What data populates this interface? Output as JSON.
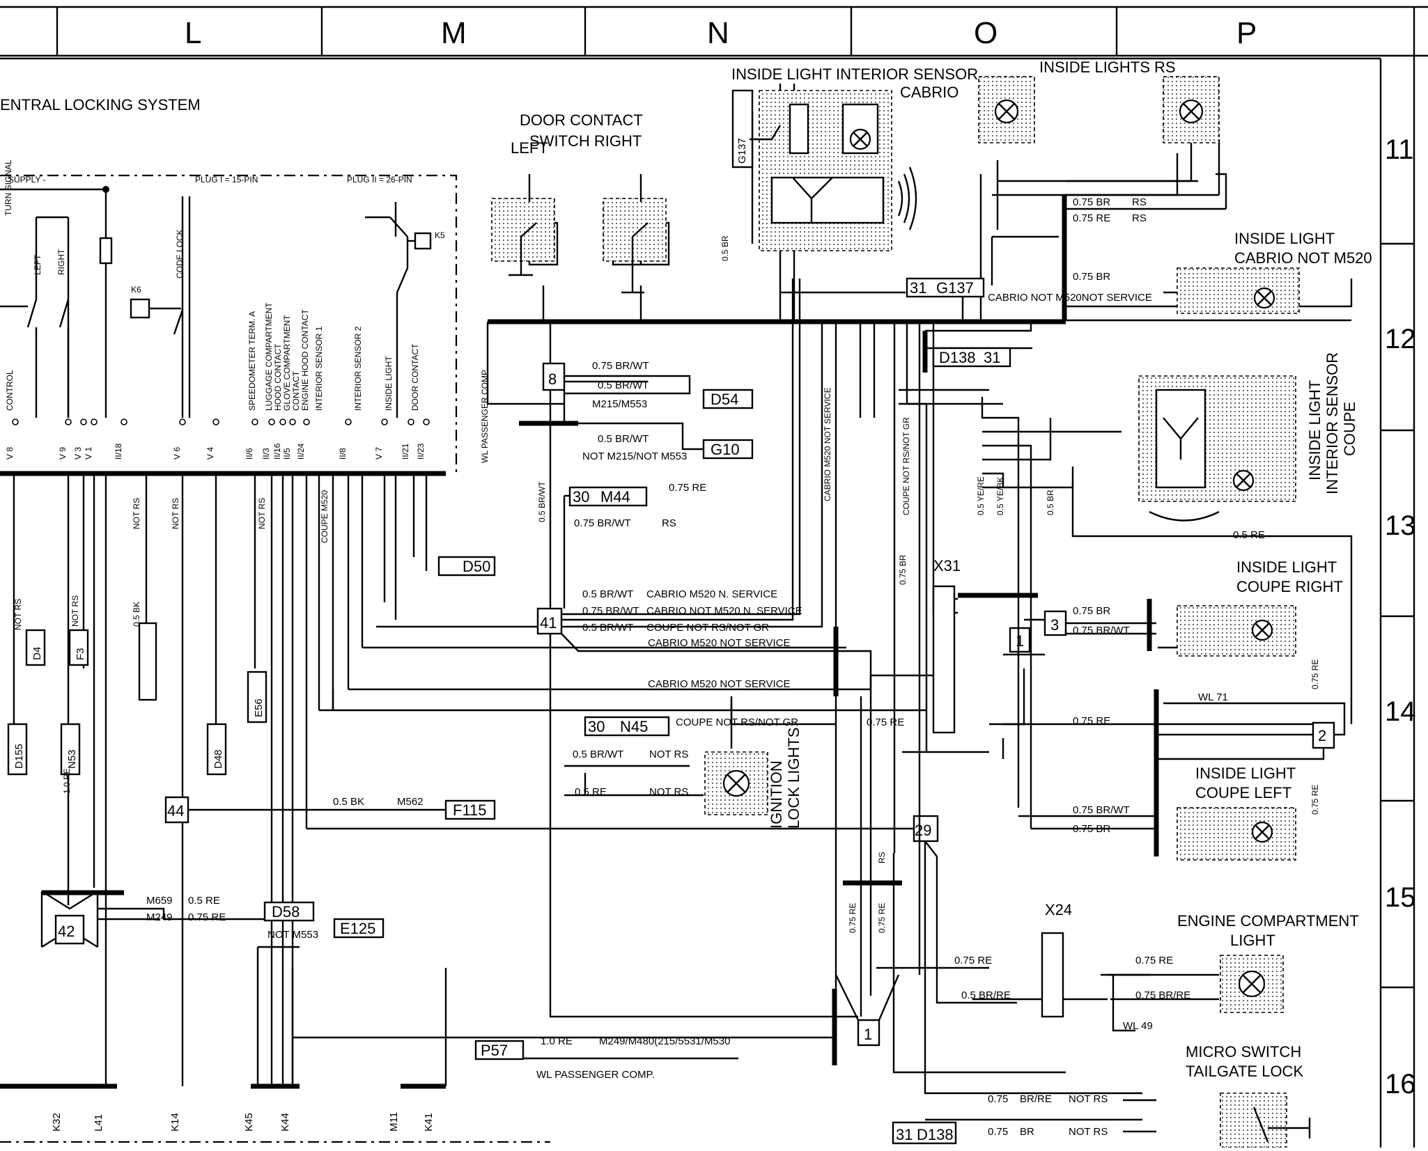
{
  "columns": [
    "L",
    "M",
    "N",
    "O",
    "P"
  ],
  "rows": [
    "11",
    "12",
    "13",
    "14",
    "15",
    "16"
  ],
  "left_title": "ENTRAL LOCKING SYSTEM",
  "plugs": {
    "supply": "SUPPLY -",
    "plug1": "PLUG I = 15-PIN",
    "plug2": "PLUG II = 26-PIN"
  },
  "components": {
    "inside_light_interior_sensor": "INSIDE LIGHT INTERIOR SENSOR",
    "cabrio": "CABRIO",
    "inside_lights_rs": "INSIDE LIGHTS RS",
    "door_contact_line1": "DOOR CONTACT",
    "door_contact_left": "LEFT",
    "door_contact_line2": "SWITCH RIGHT",
    "inside_light_cabrio_line1": "INSIDE LIGHT",
    "inside_light_cabrio_line2": "CABRIO NOT M520",
    "inside_light_interior_sensor_coupe_1": "INSIDE LIGHT",
    "inside_light_interior_sensor_coupe_2": "INTERIOR SENSOR",
    "inside_light_interior_sensor_coupe_3": "COUPE",
    "inside_light_coupe_right_1": "INSIDE LIGHT",
    "inside_light_coupe_right_2": "COUPE RIGHT",
    "inside_light_coupe_left_1": "INSIDE LIGHT",
    "inside_light_coupe_left_2": "COUPE LEFT",
    "ignition_lock_lights_1": "IGNITION",
    "ignition_lock_lights_2": "LOCK LIGHTS",
    "engine_compartment_light_1": "ENGINE COMPARTMENT",
    "engine_compartment_light_2": "LIGHT",
    "micro_switch_1": "MICRO SWITCH",
    "micro_switch_2": "TAILGATE LOCK",
    "x31": "X31",
    "x24": "X24",
    "k6": "K6",
    "k5": "K5"
  },
  "pin_labels": {
    "turn_signal": "TURN SIGNAL",
    "left": "LEFT",
    "right": "RIGHT",
    "code_lock": "CODE LOCK",
    "control": "CONTROL",
    "speedometer": "SPEEDOMETER TERM. A",
    "luggage": "LUGGAGE COMPARTMENT",
    "hood": "HOOD CONTACT",
    "glove": "GLOVE COMPARTMENT",
    "contact": "CONTACT",
    "engine_hood": "ENGINE HOOD CONTACT",
    "interior_sensor_1": "INTERIOR SENSOR 1",
    "interior_sensor_2": "INTERIOR SENSOR 2",
    "inside_light": "INSIDE LIGHT",
    "door_contact": "DOOR CONTACT"
  },
  "pins": [
    "V 8",
    "V 9",
    "V 3",
    "V 1",
    "II/18",
    "V 6",
    "V 4",
    "II/6",
    "II/3",
    "II/16",
    "II/5",
    "II/24",
    "II/8",
    "V 7",
    "II/21",
    "II/23"
  ],
  "refs": {
    "D4": "D4",
    "F3": "F3",
    "D155": "D155",
    "N53": "N53",
    "D48": "D48",
    "E56": "E56",
    "D54": "D54",
    "G10": "G10",
    "D50": "D50",
    "M44": "M44",
    "N45": "N45",
    "F115": "F115",
    "D58": "D58",
    "E125": "E125",
    "P57": "P57",
    "G137": "G137",
    "D138": "D138",
    "K32": "K32",
    "L41": "L41",
    "K14": "K14",
    "K45": "K45",
    "K44": "K44",
    "M11": "M11",
    "K41": "K41",
    "term30": "30",
    "term31": "31"
  },
  "nodes": [
    "8",
    "41",
    "44",
    "42",
    "29",
    "1",
    "3",
    "1",
    "2"
  ],
  "wires": {
    "w075brwt": "0.75 BR/WT",
    "w05brwt": "0.5 BR/WT",
    "m215": "M215/M553",
    "notm215": "NOT M215/NOT M553",
    "w075re": "0.75 RE",
    "rs": "RS",
    "notrs": "NOT RS",
    "w075br": "0.75 BR",
    "w05br": "0.5 BR",
    "w05re": "0.5 RE",
    "w05bk": "0.5 BK",
    "m562": "M562",
    "m659": "M659",
    "m249": "M249",
    "notm553": "NOT M553",
    "w10re": "1.0 RE",
    "m249long": "M249/M480(215/5531/M530",
    "wlpass": "WL PASSENGER COMP.",
    "cabrio_m520_n": "CABRIO M520 N. SERVICE",
    "cabrio_not_m520_n": "CABRIO NOT M520 N. SERVICE",
    "coupe_not_rs": "COUPE NOT RS/NOT GR",
    "cabrio_m520_not_service": "CABRIO M520 NOT SERVICE",
    "cabrio_not_m520_not_service": "CABRIO NOT M520NOT SERVICE",
    "cabrio_m520_not_service_v": "CABRIO M520 NOT SERVICE",
    "wl71": "WL 71",
    "wl49": "WL 49",
    "w05brre": "0.5 BR/RE",
    "w075brre": "0.75 BR/RE",
    "w075": "0.75",
    "brre": "BR/RE",
    "br": "BR",
    "not_rs_2": "NOT RS",
    "w05yere": "0.5 YE/RE",
    "w05yebk": "0.5 YE/BK",
    "w05brwt_v": "0.5 BR/WT",
    "coupe_m520": "COUPE M520",
    "w075br_v": "0.75 BR"
  }
}
